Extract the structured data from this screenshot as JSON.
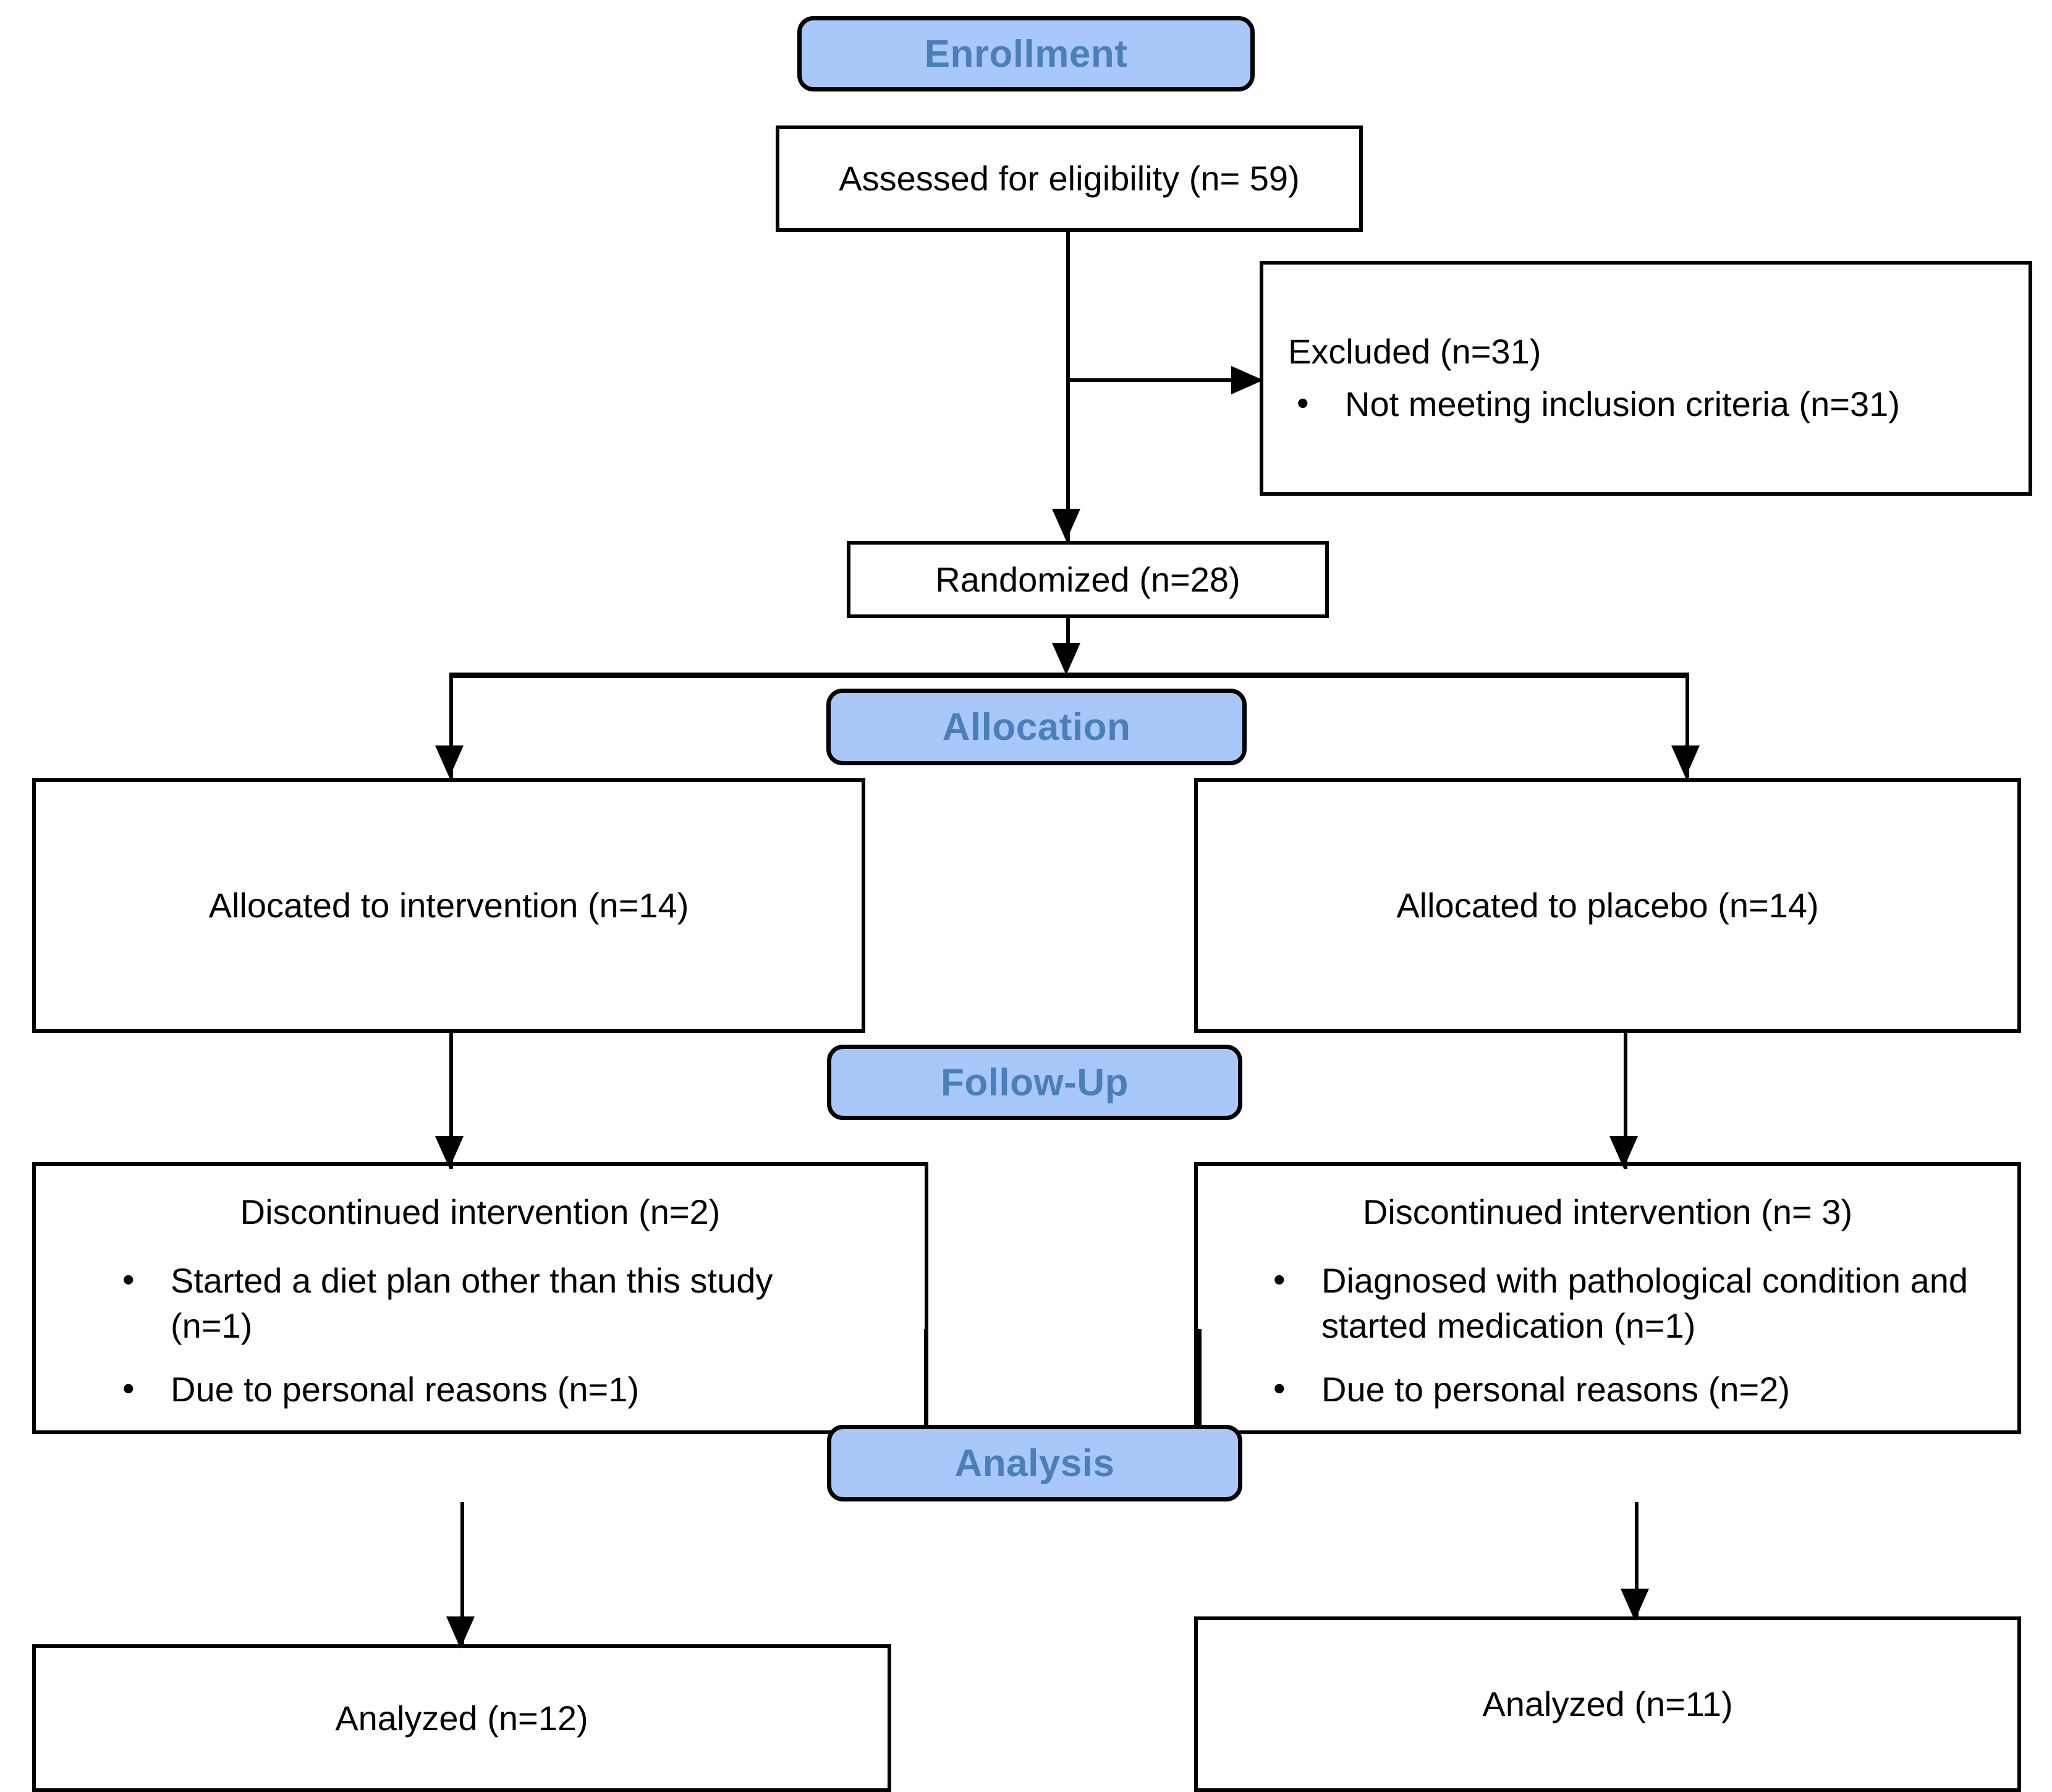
{
  "diagram": {
    "type": "consort-flow-diagram",
    "title": "CONSORT Participant Flow Diagram"
  },
  "stages": {
    "enrollment": "Enrollment",
    "allocation": "Allocation",
    "follow_up": "Follow-Up",
    "analysis": "Analysis"
  },
  "colors": {
    "badge_fill": "#a9c8fa",
    "badge_text": "#4a7fba",
    "box_border": "#000000",
    "box_fill": "#ffffff",
    "connector": "#000000"
  },
  "nodes": {
    "assessed": {
      "label": "Assessed for eligibility (n= 59)",
      "n": 59
    },
    "excluded": {
      "label": "Excluded (n=31)",
      "n": 31,
      "reasons": [
        {
          "label": "Not meeting inclusion criteria (n=31)",
          "n": 31
        }
      ]
    },
    "randomized": {
      "label": "Randomized (n=28)",
      "n": 28
    },
    "allocated_intervention": {
      "label": "Allocated to intervention (n=14)",
      "n": 14
    },
    "allocated_placebo": {
      "label": "Allocated to placebo (n=14)",
      "n": 14
    },
    "discontinued_intervention": {
      "label": "Discontinued intervention (n=2)",
      "n": 2,
      "reasons": [
        {
          "label": "Started a diet plan other than this study (n=1)",
          "n": 1
        },
        {
          "label": "Due to personal reasons (n=1)",
          "n": 1
        }
      ]
    },
    "discontinued_placebo": {
      "label": "Discontinued intervention (n= 3)",
      "n": 3,
      "reasons": [
        {
          "label": "Diagnosed with pathological condition and started medication (n=1)",
          "n": 1
        },
        {
          "label": "Due to personal reasons (n=2)",
          "n": 2
        }
      ]
    },
    "analyzed_intervention": {
      "label": "Analyzed (n=12)",
      "n": 12
    },
    "analyzed_placebo": {
      "label": "Analyzed (n=11)",
      "n": 11
    }
  },
  "chart_data": {
    "type": "diagram",
    "title": "CONSORT Participant Flow Diagram",
    "stages": [
      "Enrollment",
      "Allocation",
      "Follow-Up",
      "Analysis"
    ],
    "nodes": [
      {
        "id": "assessed",
        "stage": "Enrollment",
        "text": "Assessed for eligibility (n= 59)",
        "n": 59
      },
      {
        "id": "excluded",
        "stage": "Enrollment",
        "text": "Excluded (n=31)",
        "n": 31
      },
      {
        "id": "randomized",
        "stage": "Enrollment",
        "text": "Randomized (n=28)",
        "n": 28
      },
      {
        "id": "allocated_intervention",
        "stage": "Allocation",
        "text": "Allocated to intervention (n=14)",
        "n": 14
      },
      {
        "id": "allocated_placebo",
        "stage": "Allocation",
        "text": "Allocated to placebo (n=14)",
        "n": 14
      },
      {
        "id": "discontinued_intervention",
        "stage": "Follow-Up",
        "text": "Discontinued intervention (n=2)",
        "n": 2
      },
      {
        "id": "discontinued_placebo",
        "stage": "Follow-Up",
        "text": "Discontinued intervention (n= 3)",
        "n": 3
      },
      {
        "id": "analyzed_intervention",
        "stage": "Analysis",
        "text": "Analyzed (n=12)",
        "n": 12
      },
      {
        "id": "analyzed_placebo",
        "stage": "Analysis",
        "text": "Analyzed (n=11)",
        "n": 11
      }
    ],
    "edges": [
      {
        "from": "assessed",
        "to": "excluded"
      },
      {
        "from": "assessed",
        "to": "randomized"
      },
      {
        "from": "randomized",
        "to": "allocated_intervention"
      },
      {
        "from": "randomized",
        "to": "allocated_placebo"
      },
      {
        "from": "allocated_intervention",
        "to": "discontinued_intervention"
      },
      {
        "from": "allocated_placebo",
        "to": "discontinued_placebo"
      },
      {
        "from": "discontinued_intervention",
        "to": "analyzed_intervention"
      },
      {
        "from": "discontinued_placebo",
        "to": "analyzed_placebo"
      }
    ]
  }
}
